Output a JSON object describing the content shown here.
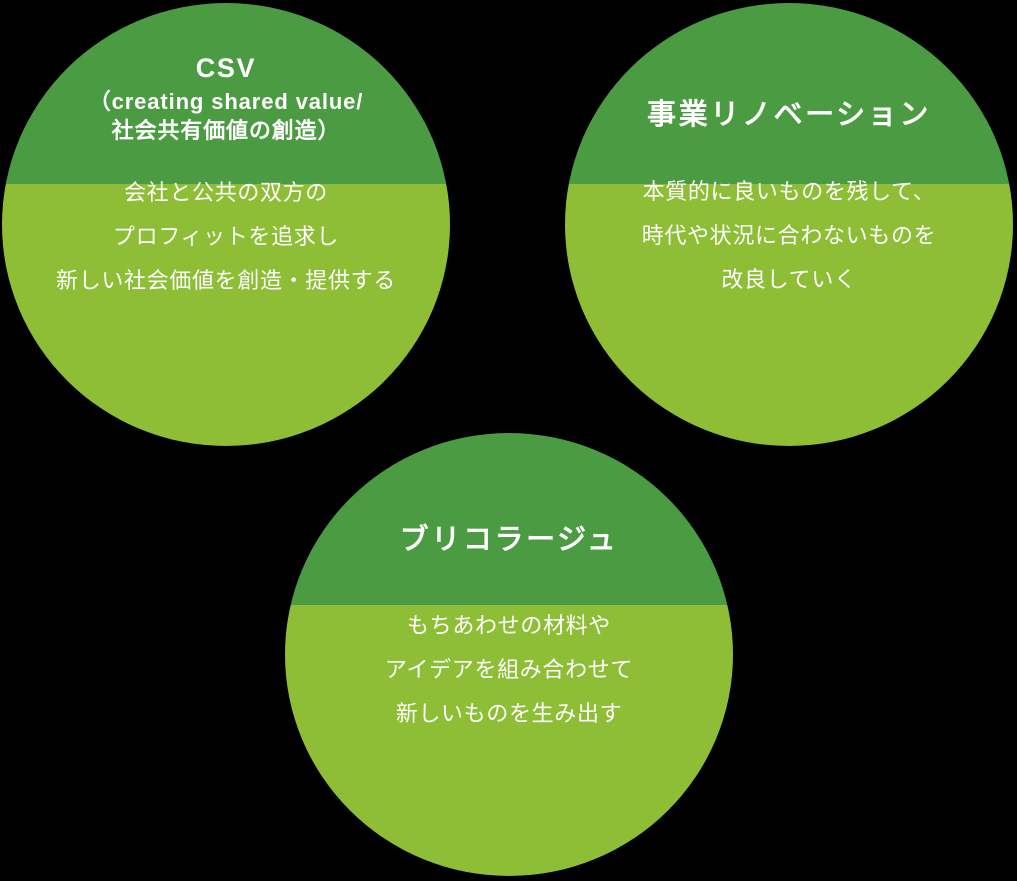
{
  "palette": {
    "background": "#000000",
    "cap_green": "#4b9b42",
    "base_green": "#8dbe35",
    "text": "#ffffff"
  },
  "bubbles": [
    {
      "id": "csv",
      "title_main": "CSV",
      "title_sub": "（creating shared value/\n社会共有価値の創造）",
      "body": "会社と公共の双方の\nプロフィットを追求し\n新しい社会価値を創造・提供する"
    },
    {
      "id": "renovation",
      "title_main": "事業リノベーション",
      "title_sub": "",
      "body": "本質的に良いものを残して、\n時代や状況に合わないものを\n改良していく"
    },
    {
      "id": "bricolage",
      "title_main": "ブリコラージュ",
      "title_sub": "",
      "body": "もちあわせの材料や\nアイデアを組み合わせて\n新しいものを生み出す"
    }
  ]
}
